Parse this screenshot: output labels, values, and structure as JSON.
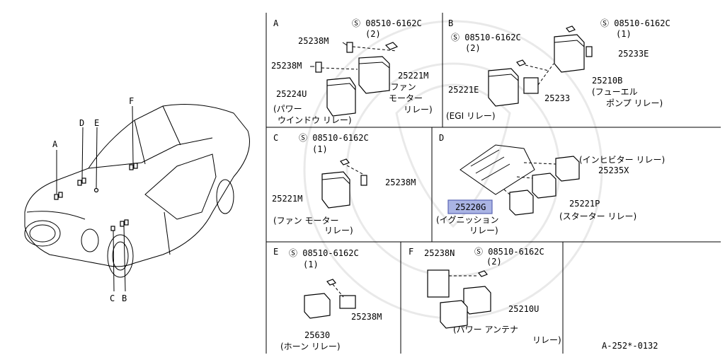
{
  "car": {
    "labels": {
      "a": "A",
      "b": "B",
      "c": "C",
      "d": "D",
      "e": "E",
      "f": "F"
    }
  },
  "panel_a": {
    "letter": "A",
    "bolt": "Ⓢ 08510-6162C",
    "bolt_qty": "(2)",
    "bracket1": "25238M",
    "bracket2": "25238M",
    "fan_relay": "25221M",
    "fan_name_1": "(ファン",
    "fan_name_2": "モーター",
    "fan_name_3": "リレー)",
    "window_relay": "25224U",
    "window_name_1": "(パワー",
    "window_name_2": "ウインドウ リレー)"
  },
  "panel_b": {
    "letter": "B",
    "bolt1": "Ⓢ 08510-6162C",
    "bolt1_qty": "(1)",
    "bolt2": "Ⓢ 08510-6162C",
    "bolt2_qty": "(2)",
    "bracket_e": "25233E",
    "fuel_relay": "25210B",
    "fuel_name_1": "(フューエル",
    "fuel_name_2": "ポンプ リレー)",
    "egi_relay_part": "25221E",
    "bracket": "25233",
    "egi_name": "(EGI リレー)"
  },
  "panel_c": {
    "letter": "C",
    "bolt": "Ⓢ 08510-6162C",
    "bolt_qty": "(1)",
    "bracket": "25238M",
    "fan_relay": "25221M",
    "fan_name_1": "(ファン モーター",
    "fan_name_2": "リレー)"
  },
  "panel_d": {
    "letter": "D",
    "inhibitor_name": "(インヒビター リレー)",
    "inhibitor_relay": "25235X",
    "starter_relay": "25221P",
    "starter_name": "(スターター リレー)",
    "ignition_relay": "25220G",
    "ignition_name_1": "(イグニッション",
    "ignition_name_2": "リレー)"
  },
  "panel_e": {
    "letter": "E",
    "bolt": "Ⓢ 08510-6162C",
    "bolt_qty": "(1)",
    "bracket": "25238M",
    "horn_relay": "25630",
    "horn_name": "(ホーン リレー)"
  },
  "panel_f": {
    "letter": "F",
    "bracket": "25238N",
    "bolt": "Ⓢ 08510-6162C",
    "bolt_qty": "(2)",
    "antenna_relay": "25210U",
    "antenna_name_1": "(パワー アンテナ",
    "antenna_name_2": "リレー)"
  },
  "footer": {
    "code": "A-252*-0132"
  },
  "colors": {
    "highlight_fill": "#aab4e4",
    "highlight_stroke": "#5a64b4",
    "ink": "#000000"
  }
}
